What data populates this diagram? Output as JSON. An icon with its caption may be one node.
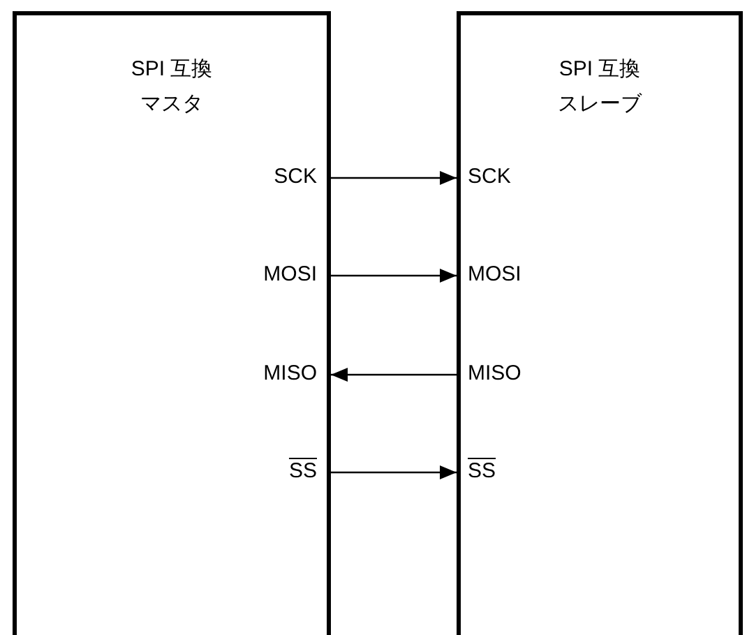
{
  "diagram": {
    "nodes": [
      {
        "text": [
          "SPI 互換マスタ"
        ]
      },
      {
        "text": [
          "SPI 互換スレーブ"
        ]
      }
    ],
    "edges": [
      {
        "from": 0,
        "to": 1,
        "arrow": "to"
      },
      {
        "from": 0,
        "to": 1,
        "arrow": "to"
      },
      {
        "from": 1,
        "to": 0,
        "arrow": "to"
      },
      {
        "from": 0,
        "to": 1,
        "arrow": "to"
      }
    ],
    "labels": [
      "SCK",
      "SCK",
      "MOSI",
      "MOSI",
      "MISO",
      "MISO",
      "SS",
      "SS"
    ]
  }
}
